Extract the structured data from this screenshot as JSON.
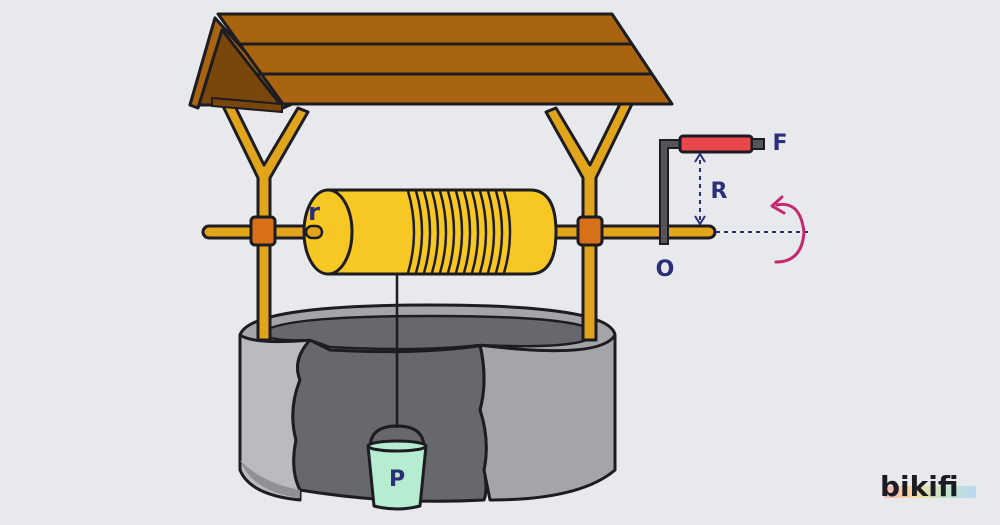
{
  "diagram": {
    "labels": {
      "radius_small": "r",
      "radius_large": "R",
      "pivot": "O",
      "force": "F",
      "load": "P"
    },
    "colors": {
      "roof_wood": "#a8640f",
      "roof_wood_dark": "#7a470a",
      "frame_post": "#e0a51a",
      "joint": "#d8701a",
      "drum": "#f7c823",
      "stone_light": "#b9bbbe",
      "stone_mid": "#a3a5a8",
      "stone_dark": "#66686b",
      "crank_grip": "#e8474b",
      "crank_arm": "#555558",
      "bucket_water": "#b6ecd0",
      "label_blue": "#2b2f7a",
      "rotation_arrow": "#c4286e"
    }
  },
  "brand": {
    "logo_text": "bikifi"
  }
}
